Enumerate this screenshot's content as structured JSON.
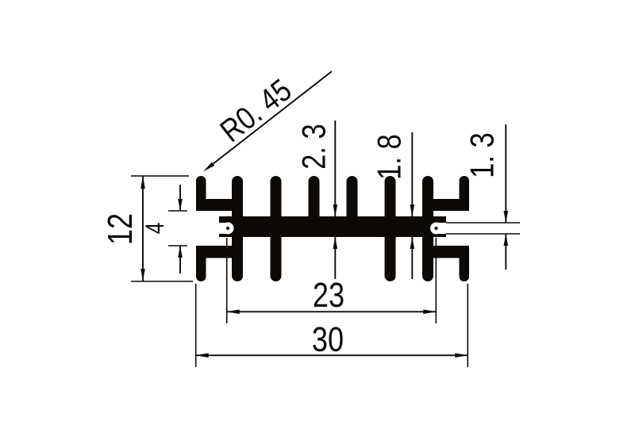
{
  "drawing": {
    "type": "heatsink-extrusion-cross-section",
    "colors": {
      "ink": "#0d0907",
      "paper": "#ffffff"
    },
    "labels": {
      "total_height": "12",
      "channel_height": "4",
      "web_thickness": "2. 3",
      "rib_thickness": "1. 8",
      "slot_opening": "1. 3",
      "hole_spacing": "23",
      "total_width": "30",
      "tip_radius": "R0. 45"
    }
  }
}
